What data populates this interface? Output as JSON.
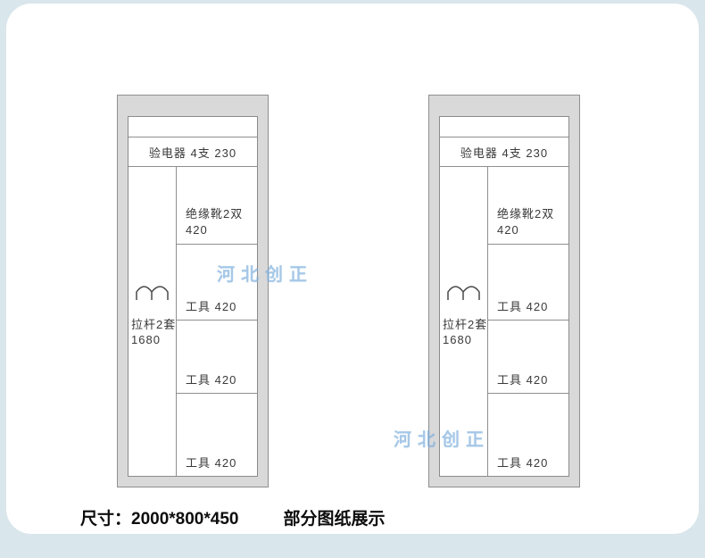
{
  "cabinets": [
    {
      "top_shelf": "验电器 4支 230",
      "left_compartment": {
        "line1": "拉杆2套",
        "line2": "1680"
      },
      "right_rows": [
        {
          "line1": "绝缘靴2双",
          "line2": "420"
        },
        {
          "label": "工具 420"
        },
        {
          "label": "工具 420"
        },
        {
          "label": "工具 420"
        }
      ]
    },
    {
      "top_shelf": "验电器 4支 230",
      "left_compartment": {
        "line1": "拉杆2套",
        "line2": "1680"
      },
      "right_rows": [
        {
          "line1": "绝缘靴2双",
          "line2": "420"
        },
        {
          "label": "工具 420"
        },
        {
          "label": "工具 420"
        },
        {
          "label": "工具 420"
        }
      ]
    }
  ],
  "watermarks": [
    "河北创正",
    "河北创正"
  ],
  "caption": {
    "dimensions": "尺寸：2000*800*450",
    "note": "部分图纸展示"
  },
  "colors": {
    "page_background": "#d9e6ec",
    "card_background": "#ffffff",
    "cabinet_wall": "#d9d9d9",
    "line": "#8f8f8f",
    "watermark": "#7dafdc"
  }
}
